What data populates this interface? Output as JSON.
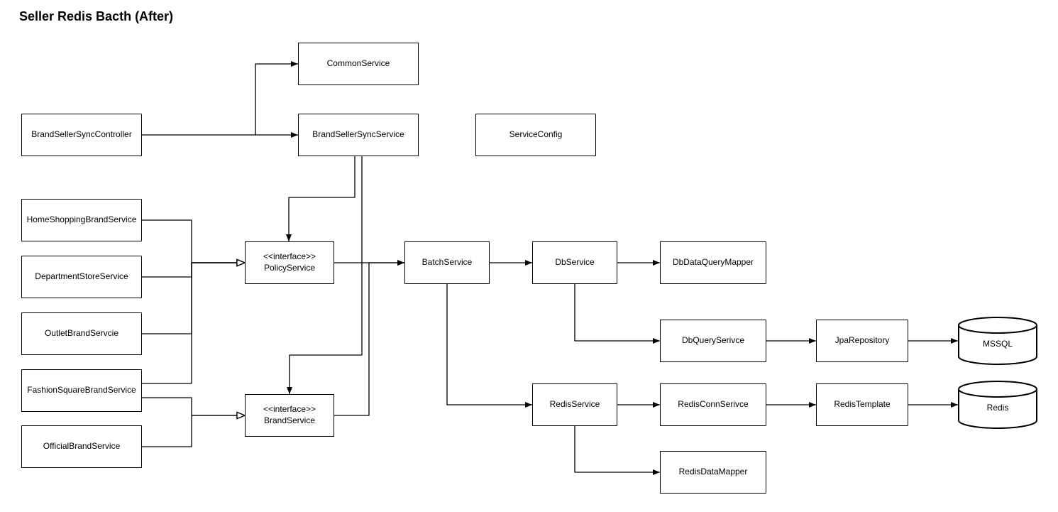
{
  "title": "Seller Redis Bacth (After)",
  "colors": {
    "background": "#ffffff",
    "node_fill": "#ffffff",
    "stroke": "#000000",
    "text": "#000000"
  },
  "diagram": {
    "nodes": [
      {
        "id": "commonService",
        "label": "CommonService",
        "shape": "rect"
      },
      {
        "id": "brandSellerSyncController",
        "label": "BrandSellerSyncController",
        "shape": "rect"
      },
      {
        "id": "brandSellerSyncService",
        "label": "BrandSellerSyncService",
        "shape": "rect"
      },
      {
        "id": "serviceConfig",
        "label": "ServiceConfig",
        "shape": "rect"
      },
      {
        "id": "homeShoppingBrandService",
        "label": "HomeShoppingBrandService",
        "shape": "rect"
      },
      {
        "id": "departmentStoreService",
        "label": "DepartmentStoreService",
        "shape": "rect"
      },
      {
        "id": "outletBrandServcie",
        "label": "OutletBrandServcie",
        "shape": "rect"
      },
      {
        "id": "fashionSquareBrandService",
        "label": "FashionSquareBrandService",
        "shape": "rect"
      },
      {
        "id": "officialBrandService",
        "label": "OfficialBrandService",
        "shape": "rect"
      },
      {
        "id": "policyService",
        "stereotype": "<<interface>>",
        "label": "PolicyService",
        "shape": "rect"
      },
      {
        "id": "brandService",
        "stereotype": "<<interface>>",
        "label": "BrandService",
        "shape": "rect"
      },
      {
        "id": "batchService",
        "label": "BatchService",
        "shape": "rect"
      },
      {
        "id": "dbService",
        "label": "DbService",
        "shape": "rect"
      },
      {
        "id": "dbDataQueryMapper",
        "label": "DbDataQueryMapper",
        "shape": "rect"
      },
      {
        "id": "dbQuerySerivce",
        "label": "DbQuerySerivce",
        "shape": "rect"
      },
      {
        "id": "jpaRepository",
        "label": "JpaRepository",
        "shape": "rect"
      },
      {
        "id": "mssql",
        "label": "MSSQL",
        "shape": "cylinder"
      },
      {
        "id": "redisService",
        "label": "RedisService",
        "shape": "rect"
      },
      {
        "id": "redisConnSerivce",
        "label": "RedisConnSerivce",
        "shape": "rect"
      },
      {
        "id": "redisTemplate",
        "label": "RedisTemplate",
        "shape": "rect"
      },
      {
        "id": "redis",
        "label": "Redis",
        "shape": "cylinder"
      },
      {
        "id": "redisDataMapper",
        "label": "RedisDataMapper",
        "shape": "rect"
      }
    ],
    "edges": [
      {
        "from": "brandSellerSyncController",
        "to": "brandSellerSyncService",
        "arrow": "filled"
      },
      {
        "from": "brandSellerSyncController",
        "to": "commonService",
        "arrow": "filled"
      },
      {
        "from": "brandSellerSyncService",
        "to": "policyService",
        "arrow": "filled"
      },
      {
        "from": "brandSellerSyncService",
        "to": "brandService",
        "arrow": "filled"
      },
      {
        "from": "homeShoppingBrandService",
        "to": "policyService",
        "arrow": "open"
      },
      {
        "from": "departmentStoreService",
        "to": "policyService",
        "arrow": "open"
      },
      {
        "from": "outletBrandServcie",
        "to": "policyService",
        "arrow": "open"
      },
      {
        "from": "fashionSquareBrandService",
        "to": "policyService",
        "arrow": "open"
      },
      {
        "from": "fashionSquareBrandService",
        "to": "brandService",
        "arrow": "open"
      },
      {
        "from": "officialBrandService",
        "to": "brandService",
        "arrow": "open"
      },
      {
        "from": "policyService",
        "to": "batchService",
        "arrow": "filled"
      },
      {
        "from": "brandService",
        "to": "batchService",
        "arrow": "filled"
      },
      {
        "from": "batchService",
        "to": "dbService",
        "arrow": "filled"
      },
      {
        "from": "batchService",
        "to": "redisService",
        "arrow": "filled"
      },
      {
        "from": "dbService",
        "to": "dbDataQueryMapper",
        "arrow": "filled"
      },
      {
        "from": "dbService",
        "to": "dbQuerySerivce",
        "arrow": "filled"
      },
      {
        "from": "dbQuerySerivce",
        "to": "jpaRepository",
        "arrow": "filled"
      },
      {
        "from": "jpaRepository",
        "to": "mssql",
        "arrow": "filled"
      },
      {
        "from": "redisService",
        "to": "redisConnSerivce",
        "arrow": "filled"
      },
      {
        "from": "redisService",
        "to": "redisDataMapper",
        "arrow": "filled"
      },
      {
        "from": "redisConnSerivce",
        "to": "redisTemplate",
        "arrow": "filled"
      },
      {
        "from": "redisTemplate",
        "to": "redis",
        "arrow": "filled"
      }
    ]
  }
}
